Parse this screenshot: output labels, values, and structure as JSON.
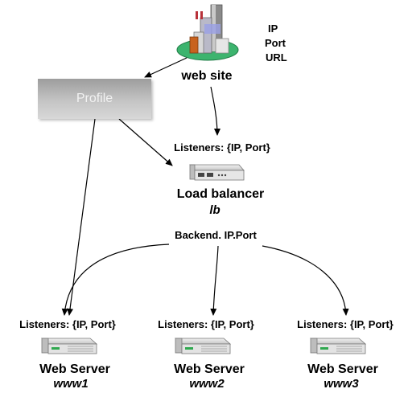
{
  "website": {
    "label": "web site",
    "attributes": [
      "IP",
      "Port",
      "URL"
    ]
  },
  "profile": {
    "label": "Profile"
  },
  "load_balancer": {
    "listeners": "Listeners: {IP, Port}",
    "name": "Load balancer",
    "id": "lb",
    "backend": "Backend. IP.Port"
  },
  "servers": [
    {
      "listeners": "Listeners: {IP, Port}",
      "name": "Web Server",
      "id": "www1"
    },
    {
      "listeners": "Listeners: {IP, Port}",
      "name": "Web Server",
      "id": "www2"
    },
    {
      "listeners": "Listeners: {IP, Port}",
      "name": "Web Server",
      "id": "www3"
    }
  ]
}
